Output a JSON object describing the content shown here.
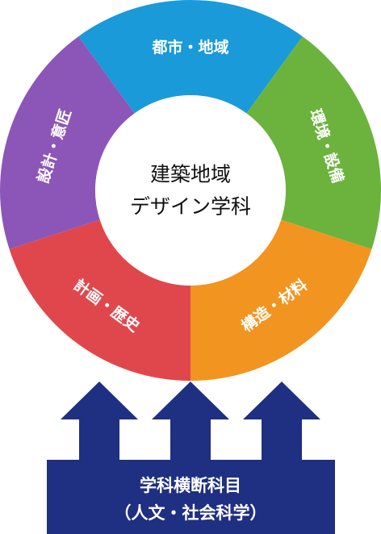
{
  "center": {
    "line1": "建築地域",
    "line2": "デザイン学科"
  },
  "segments": [
    {
      "label": "都市・地域",
      "color": "#1a9ad9"
    },
    {
      "label": "環境・設備",
      "color": "#6cb33e"
    },
    {
      "label": "構造・材料",
      "color": "#f29420"
    },
    {
      "label": "計画・歴史",
      "color": "#e0474c"
    },
    {
      "label": "設計・意匠",
      "color": "#8c56b8"
    }
  ],
  "foundation": {
    "line1": "学科横断科目",
    "line2": "（人文・社会科学）",
    "color": "#1f2f82"
  }
}
